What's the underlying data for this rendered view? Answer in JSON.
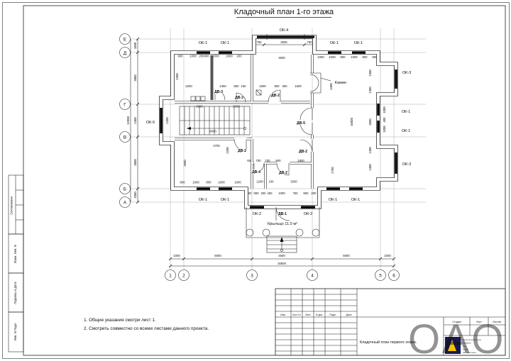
{
  "sheet": {
    "title": "Кладочный план 1-го этажа",
    "notes": [
      "1. Общие указания смотри лист 1.",
      "2. Смотреть совместно со всеми листами данного проекта."
    ],
    "strip": {
      "approved": "Согласовано",
      "vzam": "Взам. Инв. N",
      "podpis": "Подпись и Дата",
      "inv": "Инв. N Подл"
    },
    "stamp": {
      "cols": [
        "Изм.",
        "Кол.Уч",
        "Лист",
        "N док.",
        "Подп.",
        "Дата"
      ],
      "stage": "Стадия",
      "list": "Лист",
      "listov": "Листов",
      "doc_title": "Кладочный план первого этажа.",
      "firm": [
        "Архитектурное Бюро",
        "AbriaBuro",
        "тел.:",
        "E-mail:",
        "Site: http://www."
      ]
    },
    "watermark": "ОАО"
  },
  "plan": {
    "axis_letters": [
      "Е",
      "Д",
      "Г",
      "В",
      "Б",
      "А"
    ],
    "axis_numbers": [
      "1",
      "2",
      "3",
      "4",
      "5",
      "6"
    ],
    "ok1": "ОК-1",
    "ok2": "ОК-2",
    "ok3": "ОК-3",
    "ok4": "ОК-4",
    "ok5": "ОК-5",
    "dv1": "ДВ-1",
    "dv2": "ДВ-2",
    "dv3": "ДВ-3",
    "dv4": "ДВ-4",
    "dv5": "ДВ-5",
    "fireplace": "Камин",
    "porch": "Крыльцо 11.0 м²",
    "dims": {
      "bottom": [
        "1000",
        "5000",
        "4500",
        "5000",
        "1000"
      ],
      "bottom_total": "16500",
      "left": [
        "1000",
        "3800",
        "2400",
        "3800",
        "1000"
      ],
      "left_total": "12000",
      "bay": [
        "750",
        "3000",
        "750"
      ],
      "bay_total": "4500",
      "top_l": [
        "900",
        "1000",
        "200",
        "400",
        "1000",
        "1000",
        "200"
      ],
      "top_r": [
        "1000",
        "1000",
        "800",
        "1000",
        "800",
        "900"
      ],
      "mid": [
        "2200",
        "1450",
        "800",
        "150",
        "1800",
        "900",
        "300",
        "1600"
      ],
      "stair": [
        "2900",
        "2100",
        "6000",
        "4700"
      ],
      "right_in": [
        "1300",
        "1400",
        "3000",
        "1400",
        "1300"
      ],
      "right_in2": [
        "1000",
        "400",
        "1000"
      ],
      "rot": [
        "4400",
        "1500",
        "1200",
        "3500",
        "2200",
        "10000",
        "2700"
      ],
      "bottom_l": [
        "900",
        "1000",
        "800",
        "1000",
        "1000"
      ],
      "tambour": [
        "1200",
        "130",
        "3200"
      ],
      "part": [
        "600",
        "700",
        "700",
        "900",
        "1800"
      ],
      "porch_row": [
        "200",
        "900",
        "200",
        "450",
        "1000",
        "750",
        "900",
        "200"
      ]
    }
  }
}
